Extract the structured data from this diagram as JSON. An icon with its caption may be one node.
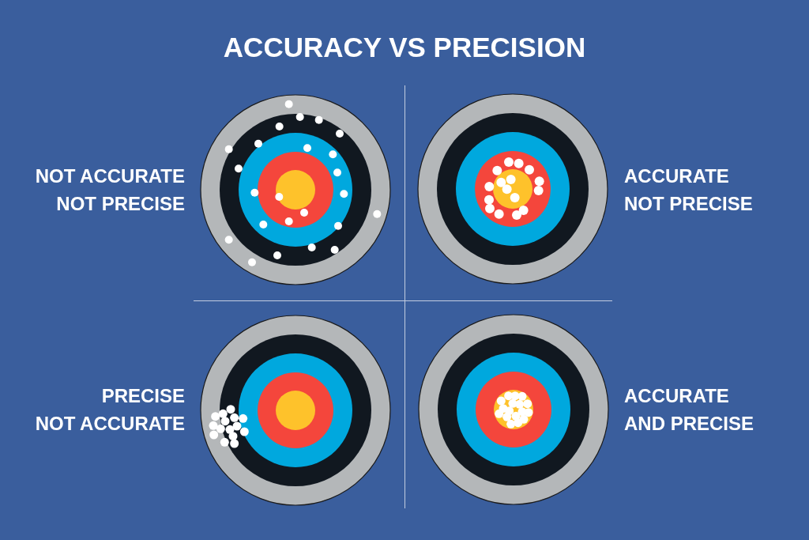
{
  "diagram": {
    "title": "ACCURACY VS PRECISION",
    "labels": [
      "NOT ACCURATE NOT PRECISE",
      "ACCURATE NOT PRECISE",
      "PRECISE NOT ACCURATE",
      "ACCURATE AND PRECISE"
    ]
  }
}
